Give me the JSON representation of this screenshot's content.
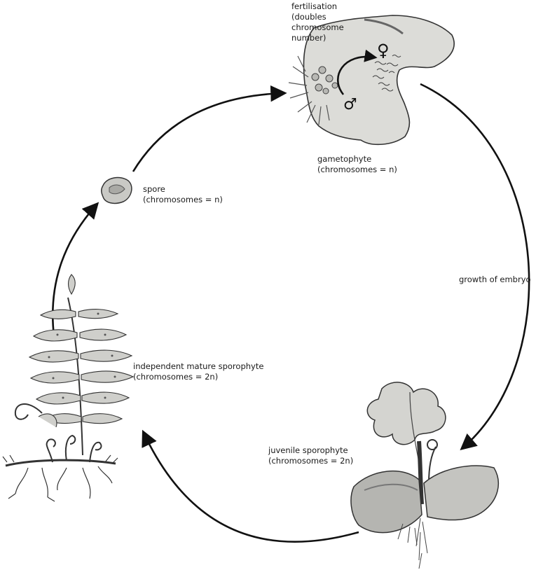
{
  "labels": {
    "fertilisation": [
      "fertilisation",
      "(doubles",
      "chromosome",
      "number)"
    ],
    "gametophyte": [
      "gametophyte",
      "(chromosomes = n)"
    ],
    "spore": [
      "spore",
      "(chromosomes = n)"
    ],
    "growth": [
      "growth of embryo"
    ],
    "mature": [
      "independent mature sporophyte",
      "(chromosomes = 2n)"
    ],
    "juvenile": [
      "juvenile sporophyte",
      "(chromosomes = 2n)"
    ]
  },
  "symbols": {
    "female": "♀",
    "male": "♂"
  },
  "colors": {
    "ink": "#111111",
    "plant_fill": "#d8d8d4",
    "plant_dark": "#6d6d6a"
  },
  "icons": [
    "spore-illustration",
    "gametophyte-illustration",
    "juvenile-sporophyte-illustration",
    "mature-fern-illustration"
  ]
}
